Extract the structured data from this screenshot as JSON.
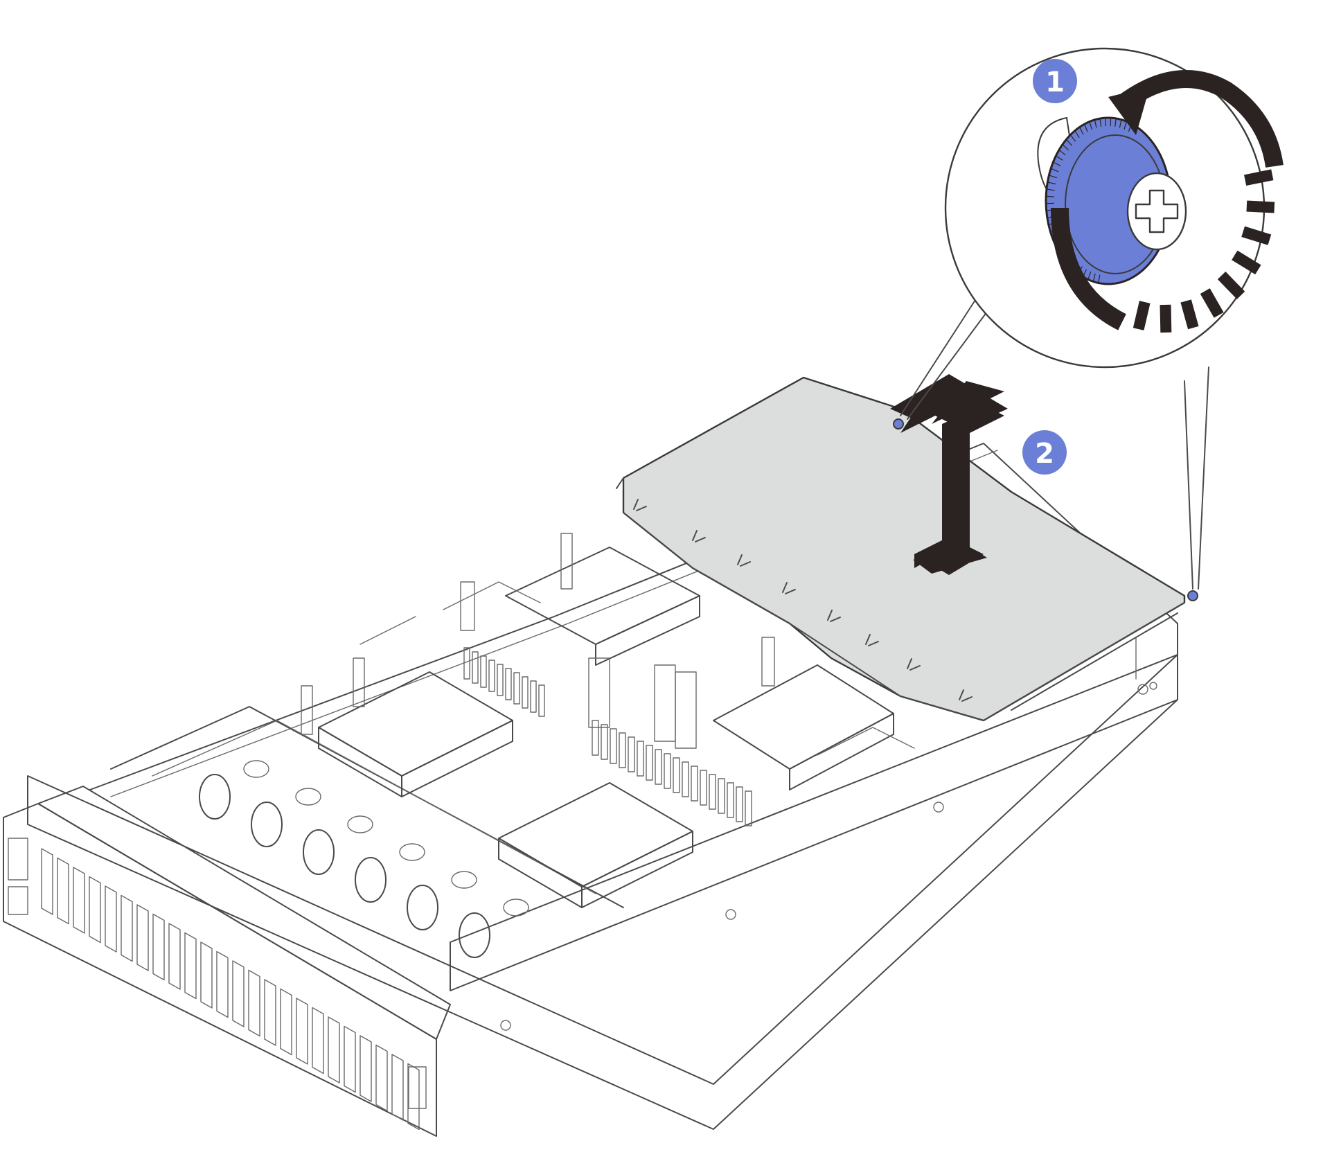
{
  "callouts": [
    {
      "label": "1",
      "meaning": "loosen-thumbscrew"
    },
    {
      "label": "2",
      "meaning": "lift-cover"
    }
  ],
  "colors": {
    "callout_fill": "#6b7fd6",
    "thumbscrew": "#6b7fd6",
    "cover_fill": "#dcdddd",
    "arrow_fill": "#2a2322",
    "line": "#4a4a4a"
  },
  "icons": [
    "rotate-counterclockwise-arrow-icon",
    "lift-up-arrow-icon",
    "phillips-screw-icon"
  ]
}
